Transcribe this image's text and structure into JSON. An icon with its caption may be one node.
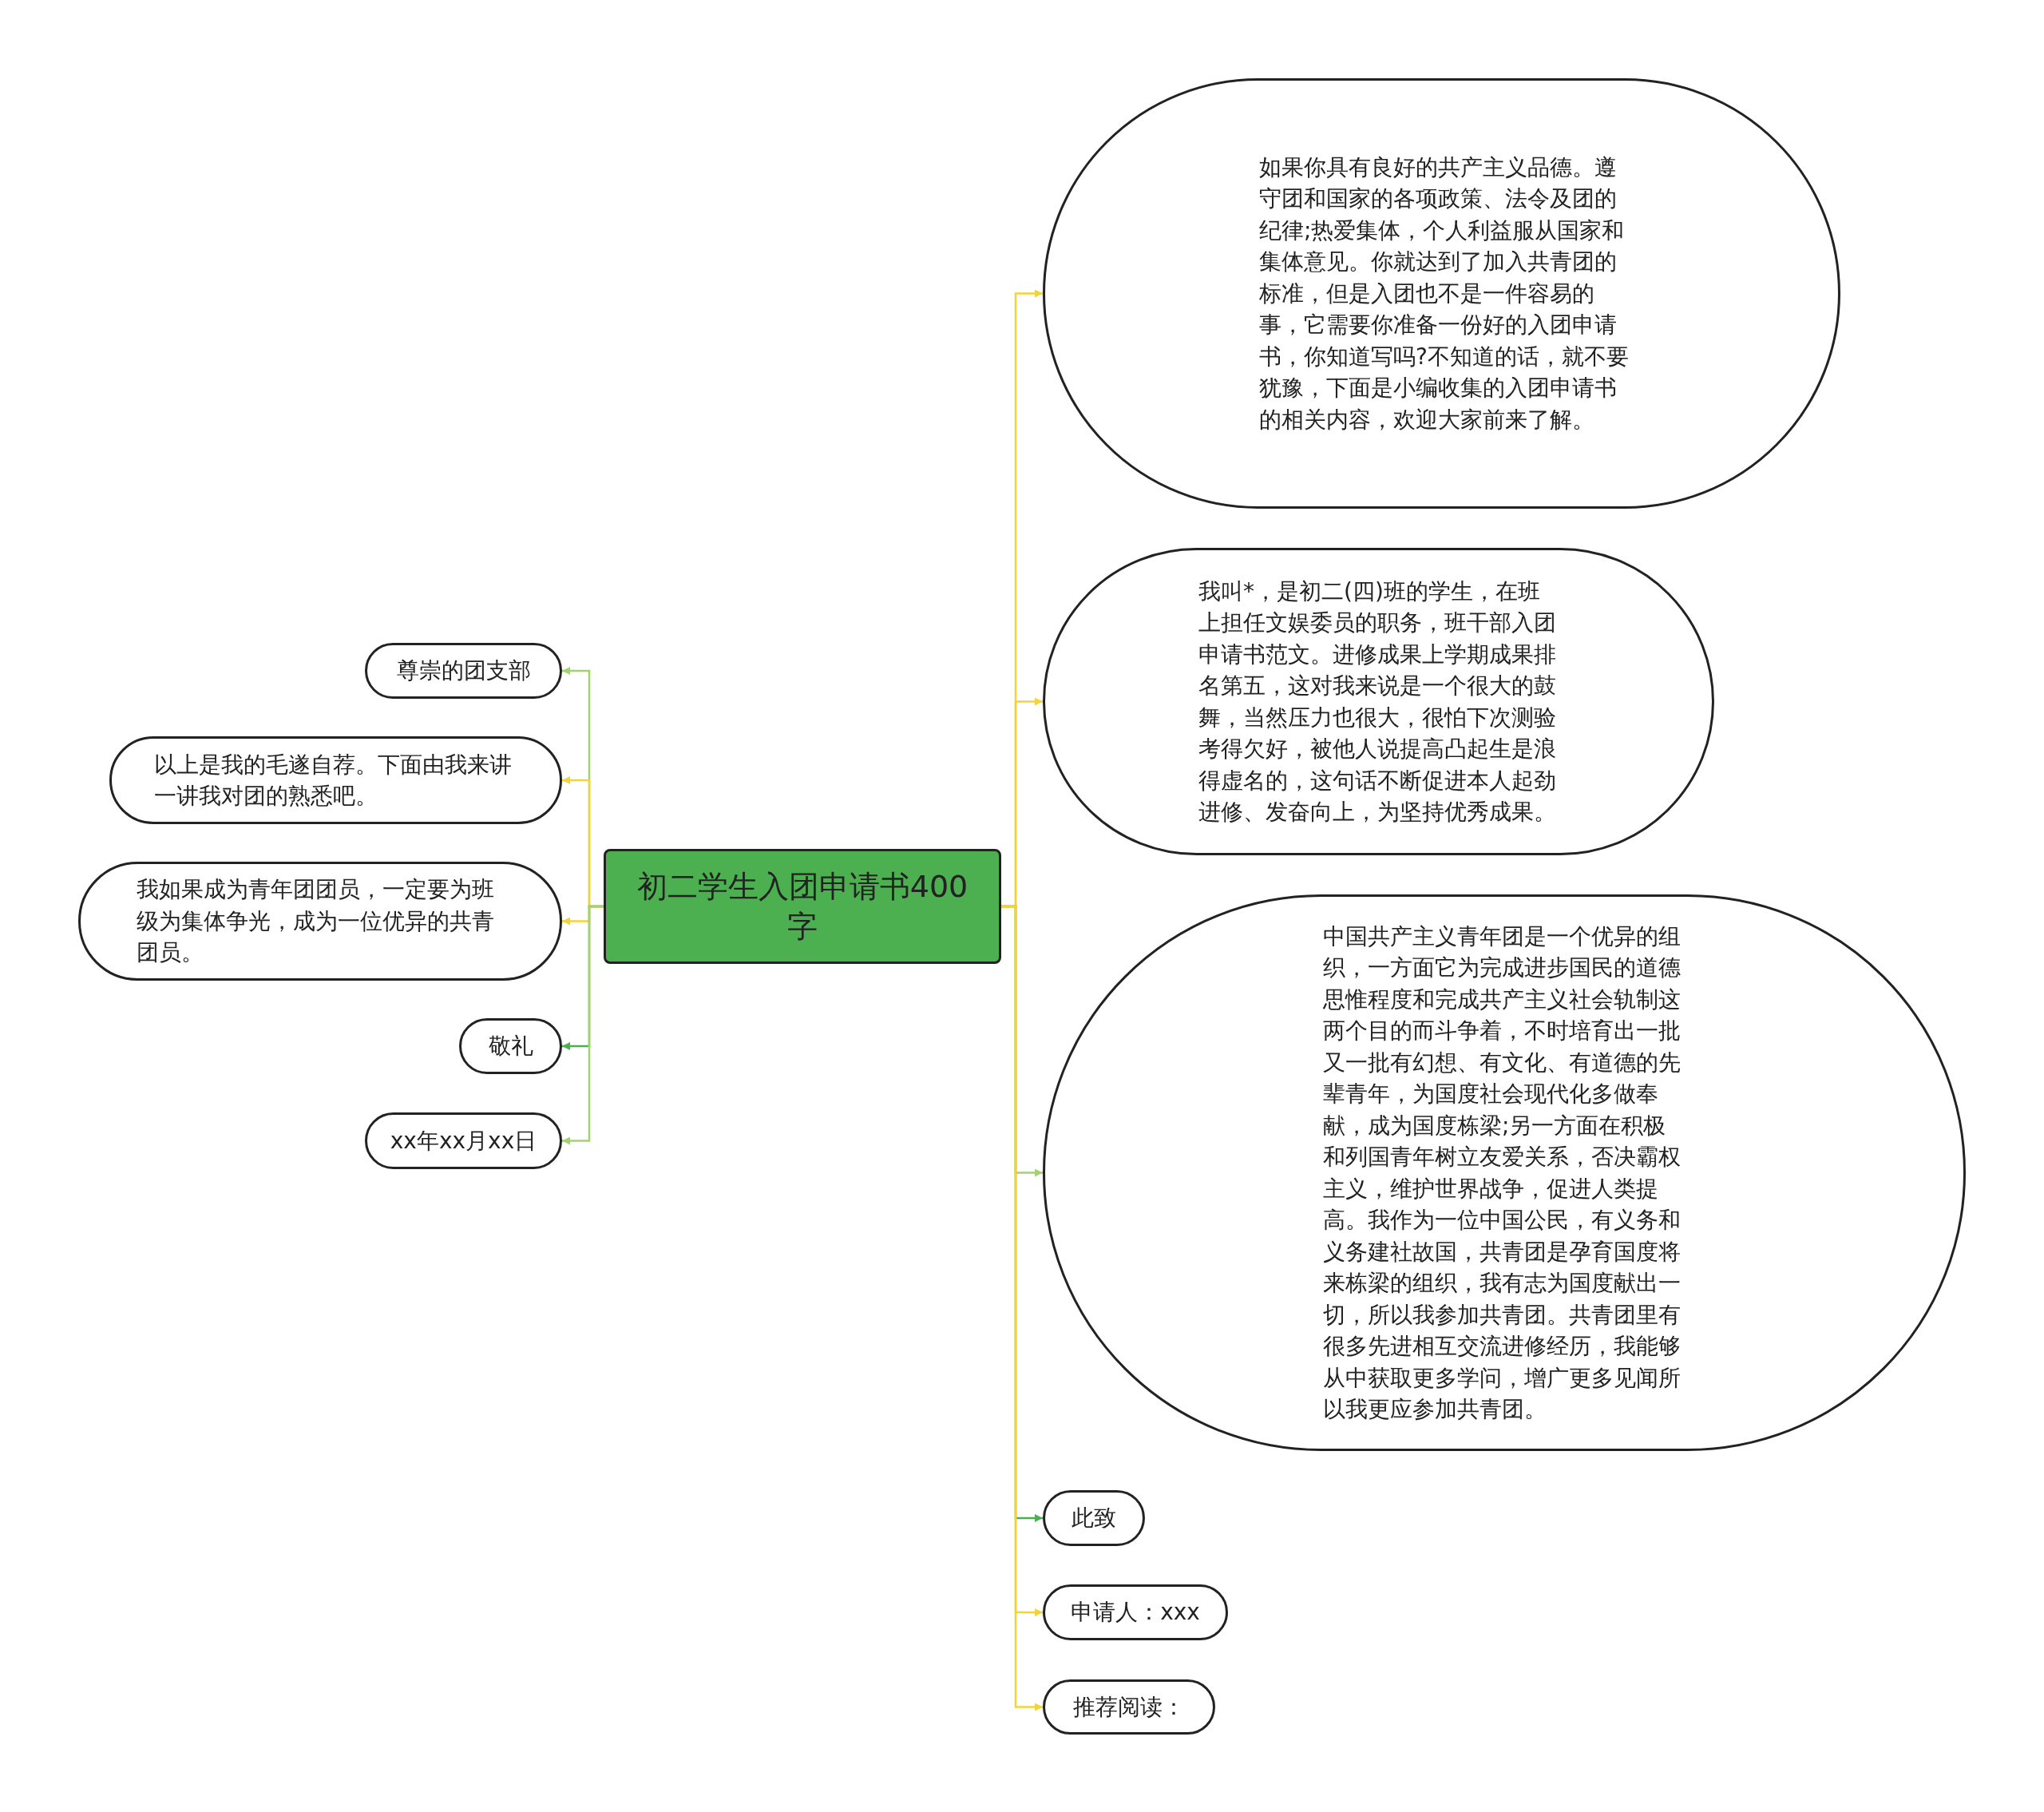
{
  "diagram": {
    "nodes": [
      {
        "text": [
          "初二学生入团申请书400字"
        ]
      },
      {
        "text": [
          "如果你具有良好的共产主义品德。遵守团和国家的各项政策、法令及团的纪律;热爱集体，个人利益服从国家和集体意见。你就达到了加入共青团的标准，但是入团也不是一件容易的事，它需要你准备一份好的入团申请书，你知道写吗?不知道的话，就不要犹豫，下面是小编收集的入团申请书的相关内容，欢迎大家前来了解。"
        ]
      },
      {
        "text": [
          "我叫*，是初二(四)班的学生，在班上担任文娱委员的职务，班干部入团申请书范文。进修成果上学期成果排名第五，这对我来说是一个很大的鼓舞，当然压力也很大，很怕下次测验考得欠好，被他人说提高凸起生是浪得虚名的，这句话不断促进本人起劲进修、发奋向上，为坚持优秀成果。"
        ]
      },
      {
        "text": [
          "中国共产主义青年团是一个优异的组织，一方面它为完成进步国民的道德思惟程度和完成共产主义社会轨制这两个目的而斗争着，不时培育出一批又一批有幻想、有文化、有道德的先辈青年，为国度社会现代化多做奉献，成为国度栋梁;另一方面在积极和列国青年树立友爱关系，否决霸权主义，维护世界战争，促进人类提高。我作为一位中国公民，有义务和义务建社故国，共青团是孕育国度将来栋梁的组织，我有志为国度献出一切，所以我参加共青团。共青团里有很多先进相互交流进修经历，我能够从中获取更多学问，增广更多见闻所以我更应参加共青团。"
        ]
      },
      {
        "text": [
          "此致"
        ]
      },
      {
        "text": [
          "申请人：xxx"
        ]
      },
      {
        "text": [
          "推荐阅读："
        ]
      },
      {
        "text": [
          "尊崇的团支部"
        ]
      },
      {
        "text": [
          "以上是我的毛遂自荐。下面由我来讲一讲我对团的熟悉吧。"
        ]
      },
      {
        "text": [
          "我如果成为青年团团员，一定要为班级为集体争光，成为一位优异的共青团员。"
        ]
      },
      {
        "text": [
          "敬礼"
        ]
      },
      {
        "text": [
          "xx年xx月xx日"
        ]
      }
    ],
    "edges": [
      {
        "from": 0,
        "to": 1,
        "arrow": "to"
      },
      {
        "from": 0,
        "to": 2,
        "arrow": "to"
      },
      {
        "from": 0,
        "to": 3,
        "arrow": "to",
        "color": "#a3d36c"
      },
      {
        "from": 0,
        "to": 4,
        "arrow": "to",
        "color": "#4caf50"
      },
      {
        "from": 0,
        "to": 5,
        "arrow": "to"
      },
      {
        "from": 0,
        "to": 6,
        "arrow": "to"
      },
      {
        "from": 0,
        "to": 7,
        "arrow": "to",
        "color": "#a3d36c"
      },
      {
        "from": 0,
        "to": 8,
        "arrow": "to"
      },
      {
        "from": 0,
        "to": 9,
        "arrow": "to"
      },
      {
        "from": 0,
        "to": 10,
        "arrow": "to",
        "color": "#4caf50"
      },
      {
        "from": 0,
        "to": 11,
        "arrow": "to",
        "color": "#a3d36c"
      }
    ]
  }
}
